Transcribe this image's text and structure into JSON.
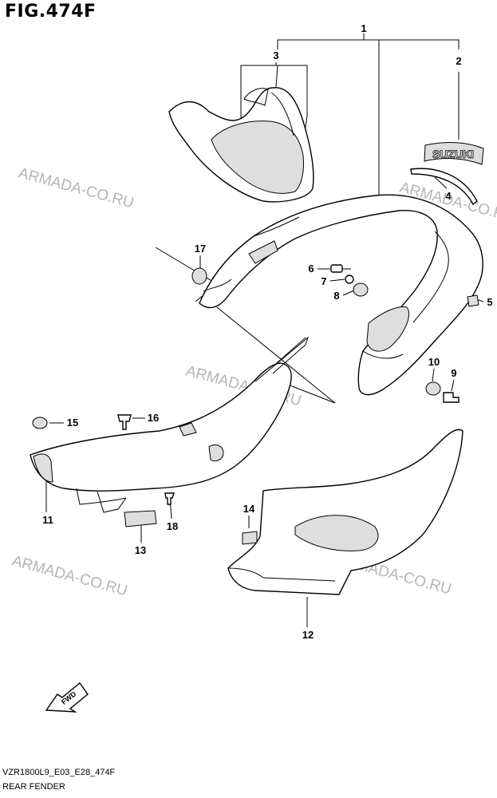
{
  "figure_title": "FIG.474F",
  "watermark": "ARMADA-CO.RU",
  "callouts": [
    "1",
    "2",
    "3",
    "4",
    "5",
    "6",
    "7",
    "8",
    "9",
    "10",
    "11",
    "12",
    "13",
    "14",
    "15",
    "16",
    "17",
    "18"
  ],
  "decal_text": "SUZUKI",
  "fwd_label": "FWD",
  "footer": {
    "code": "VZR1800L9_E03_E28_474F",
    "title": "REAR FENDER"
  }
}
